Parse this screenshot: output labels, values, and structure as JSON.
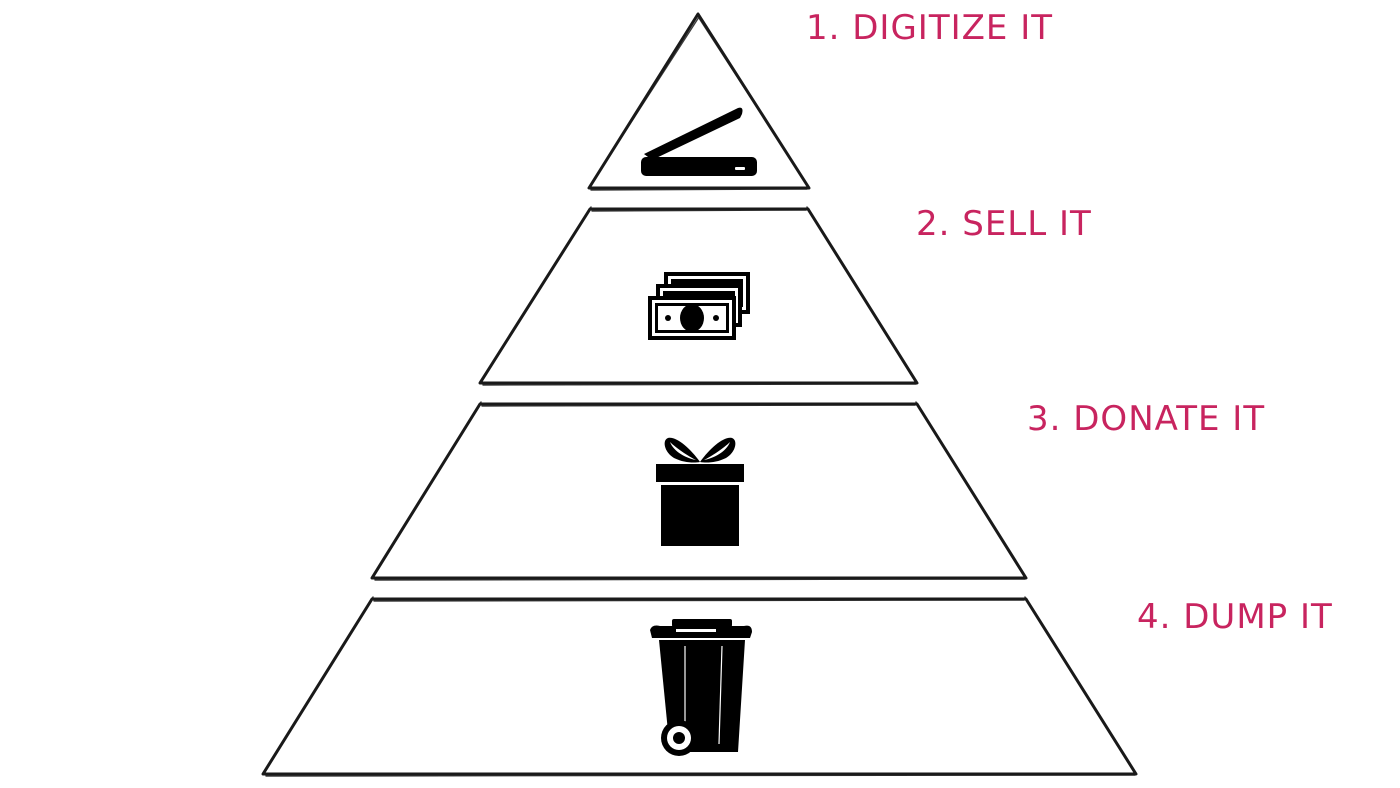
{
  "pyramid": {
    "tiers": [
      {
        "label": "1. DIGITIZE IT",
        "icon": "scanner-icon"
      },
      {
        "label": "2. SELL IT",
        "icon": "money-stack-icon"
      },
      {
        "label": "3. DONATE IT",
        "icon": "gift-box-icon"
      },
      {
        "label": "4. DUMP IT",
        "icon": "trash-bin-icon"
      }
    ],
    "colors": {
      "label": "#c8245f",
      "outline": "#1a1a1a",
      "icon": "#000000",
      "background": "#ffffff"
    }
  }
}
